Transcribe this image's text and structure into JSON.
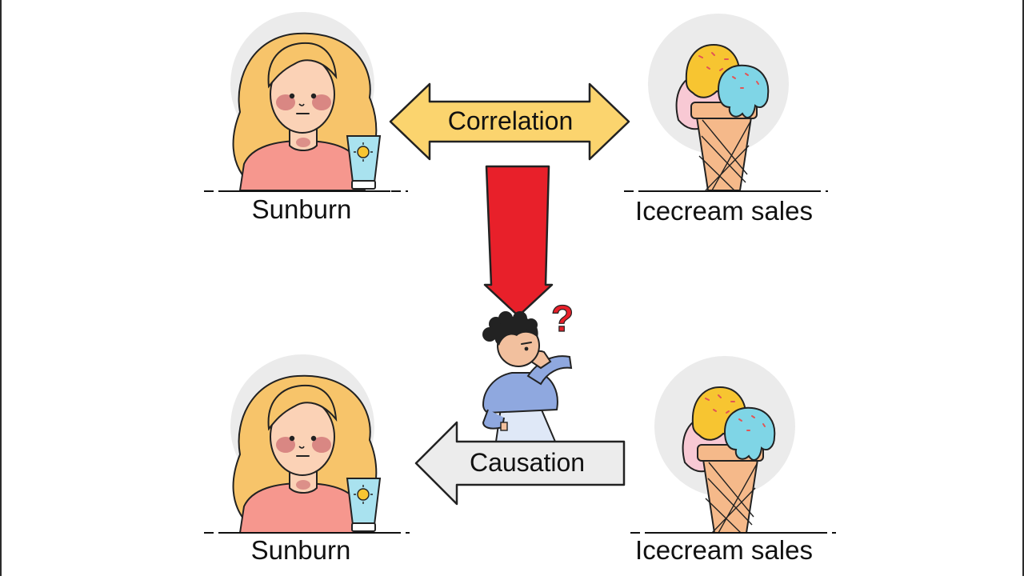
{
  "labels": {
    "sunburn_top": "Sunburn",
    "icecream_top": "Icecream sales",
    "sunburn_bottom": "Sunburn",
    "icecream_bottom": "Icecream sales",
    "correlation": "Correlation",
    "causation": "Causation",
    "question_mark": "?"
  },
  "colors": {
    "correlation_arrow": "#fbd46e",
    "down_arrow": "#e8202a",
    "causation_arrow": "#ececec",
    "skin": "#fbd2b6",
    "hair": "#f7c46a",
    "shirt": "#f6978e",
    "scoop_yellow": "#f7c531",
    "scoop_blue": "#7fd5e6",
    "scoop_pink": "#f8c9d4",
    "cone": "#f5b98a",
    "person_shirt": "#8fa8df",
    "halo": "#ebebeb"
  },
  "icons": [
    "woman-sunburn-icon",
    "sunscreen-tube-icon",
    "ice-cream-cone-icon",
    "thinking-person-icon"
  ]
}
